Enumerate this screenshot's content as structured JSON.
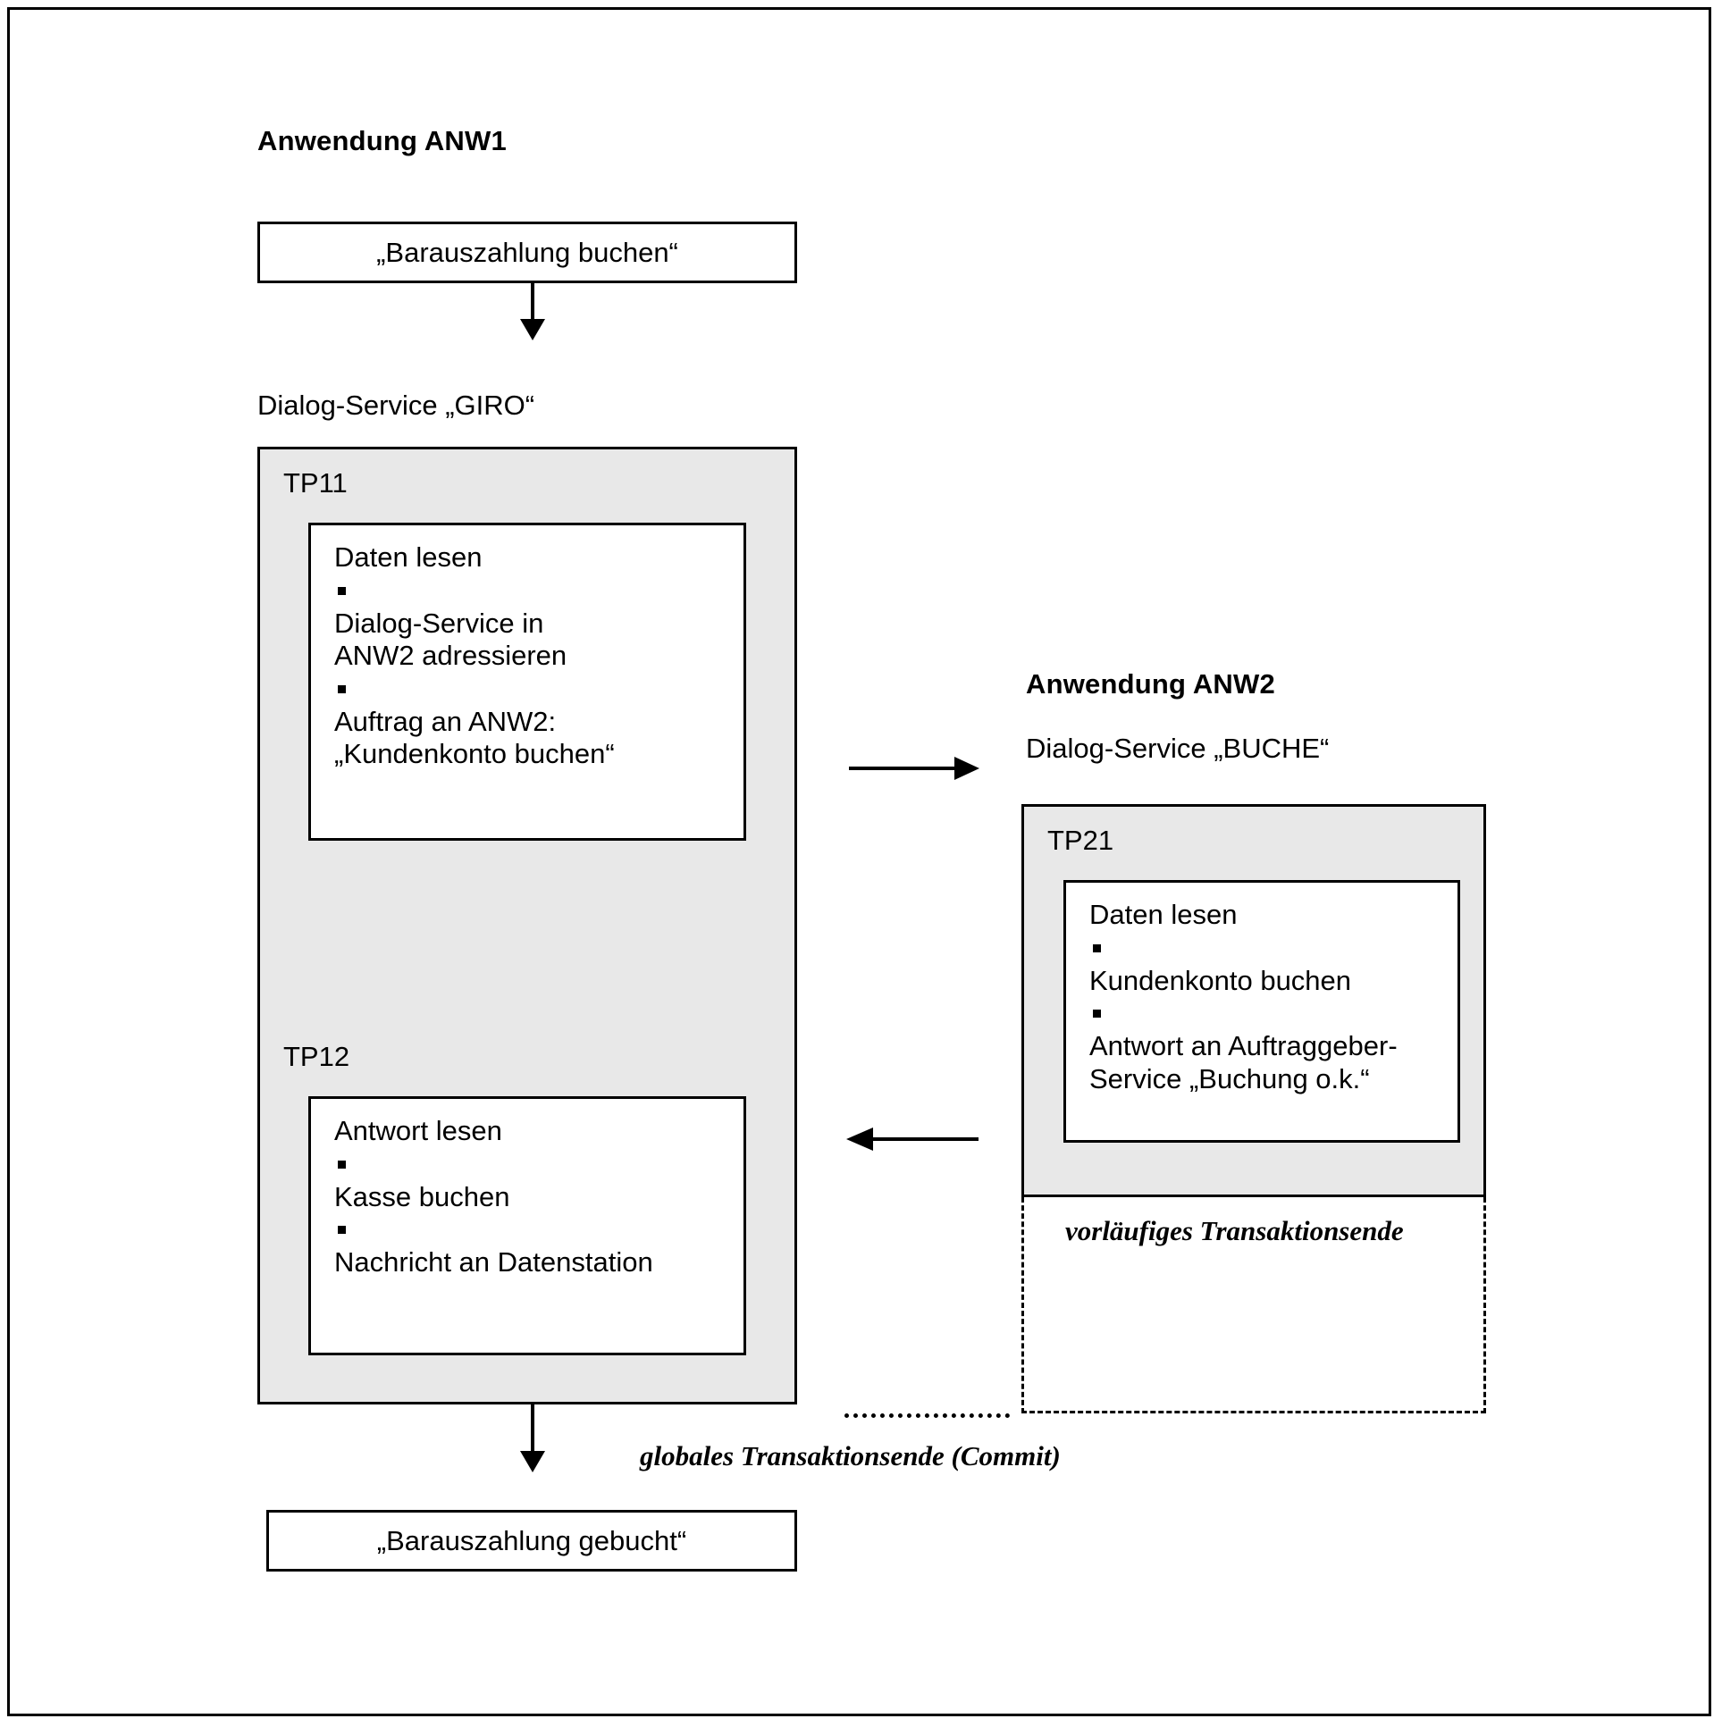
{
  "diagram": {
    "anw1": {
      "app_title": "Anwendung ANW1",
      "service_title": "Dialog-Service „GIRO“",
      "input_message": "„Barauszahlung buchen“",
      "output_message": "„Barauszahlung gebucht“",
      "tp11": {
        "label": "TP11",
        "steps": [
          "Daten lesen",
          "Dialog-Service in\nANW2 adressieren",
          "Auftrag an ANW2:\n„Kundenkonto buchen“"
        ]
      },
      "tp12": {
        "label": "TP12",
        "steps": [
          "Antwort lesen",
          "Kasse buchen",
          "Nachricht an Datenstation"
        ]
      }
    },
    "anw2": {
      "app_title": "Anwendung ANW2",
      "service_title": "Dialog-Service „BUCHE“",
      "tp21": {
        "label": "TP21",
        "steps": [
          "Daten lesen",
          "Kundenkonto buchen",
          "Antwort an Auftraggeber-\nService „Buchung o.k.“"
        ]
      },
      "preliminary_end_label": "vorläufiges Transaktionsende"
    },
    "global_commit_label": "globales Transaktionsende (Commit)",
    "colors": {
      "tp_fill": "#e8e8e8",
      "stroke": "#000000",
      "background": "#ffffff"
    }
  }
}
